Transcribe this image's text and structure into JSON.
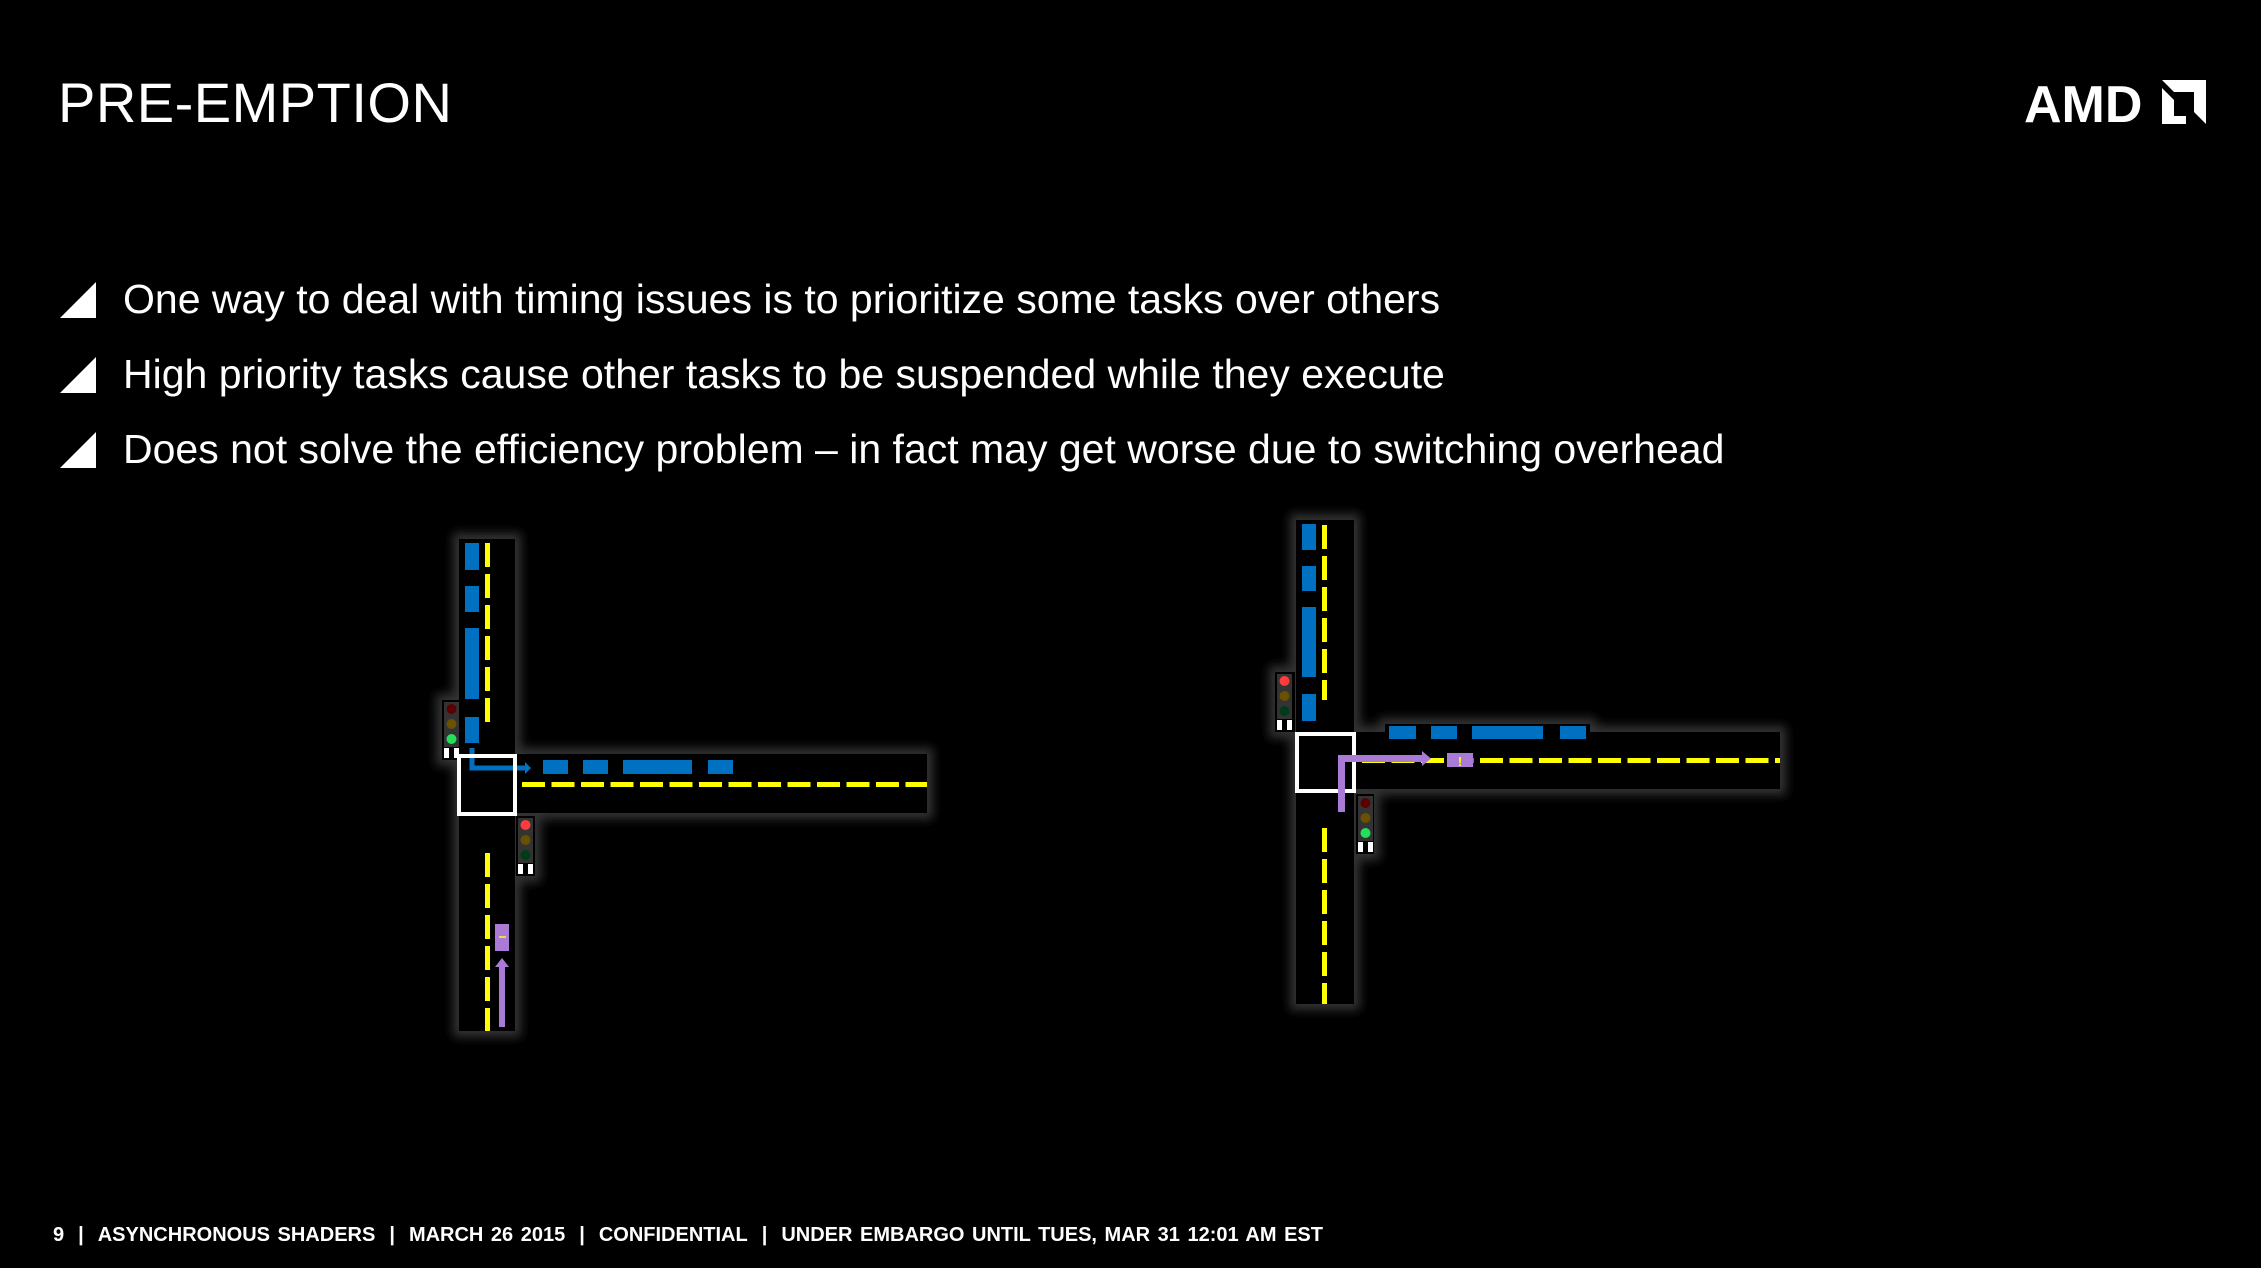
{
  "header": {
    "title": "PRE-EMPTION",
    "logo_text": "AMD"
  },
  "bullets": [
    "One way to deal with timing issues is to prioritize some tasks over others",
    "High priority tasks cause other tasks to be suspended while they execute",
    "Does not solve the efficiency problem – in fact may get worse due to switching overhead"
  ],
  "diagrams": [
    {
      "name": "before-preemption",
      "top_light": "green",
      "bottom_light": "red"
    },
    {
      "name": "after-preemption",
      "top_light": "red",
      "bottom_light": "green",
      "car_label": "!"
    }
  ],
  "colors": {
    "task_blue": "#0070c0",
    "priority_purple": "#a97bd6",
    "lane_yellow": "#ffff00"
  },
  "footer": {
    "page": "9",
    "section": "ASYNCHRONOUS SHADERS",
    "date": "MARCH 26 2015",
    "classification": "CONFIDENTIAL",
    "embargo": "UNDER EMBARGO UNTIL TUES, MAR 31 12:01 AM EST"
  }
}
